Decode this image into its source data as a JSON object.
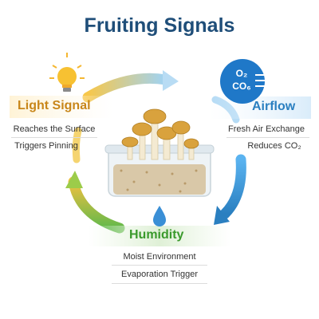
{
  "title": "Fruiting Signals",
  "nodes": {
    "light": {
      "label": "Light Signal",
      "notes": [
        "Reaches the Surface",
        "Triggers Pinning"
      ],
      "color": "#e3a83b"
    },
    "airflow": {
      "label": "Airflow",
      "notes": [
        "Fresh Air Exchange",
        "Reduces CO₂"
      ],
      "badge_lines": [
        "O₂",
        "CO₆"
      ],
      "color": "#2a7fc0"
    },
    "humidity": {
      "label": "Humidity",
      "notes": [
        "Moist Environment",
        "Evaporation Trigger"
      ],
      "color": "#4caf50"
    }
  },
  "icons": [
    "lightbulb-icon",
    "water-drop-icon",
    "mushroom-container-icon"
  ]
}
